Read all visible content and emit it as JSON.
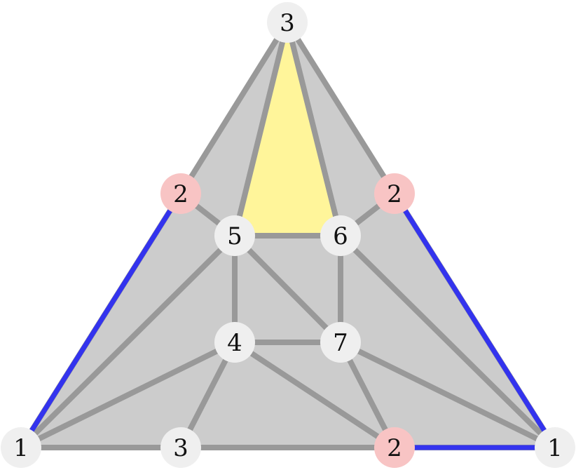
{
  "colors": {
    "background": "#ffffff",
    "region_fill": "#cccccc",
    "highlight_face": "#fff59a",
    "edge": "#999999",
    "boundary_edge": "#3333ee",
    "node_default": "#efefef",
    "node_highlight": "#f8c4c4"
  },
  "nodes": [
    {
      "id": "top",
      "label": "3",
      "highlight": false
    },
    {
      "id": "left-mid",
      "label": "2",
      "highlight": true
    },
    {
      "id": "right-mid",
      "label": "2",
      "highlight": true
    },
    {
      "id": "n5",
      "label": "5",
      "highlight": false
    },
    {
      "id": "n6",
      "label": "6",
      "highlight": false
    },
    {
      "id": "n4",
      "label": "4",
      "highlight": false
    },
    {
      "id": "n7",
      "label": "7",
      "highlight": false
    },
    {
      "id": "bottom-left",
      "label": "1",
      "highlight": false
    },
    {
      "id": "bottom-3",
      "label": "3",
      "highlight": false
    },
    {
      "id": "bottom-2",
      "label": "2",
      "highlight": true
    },
    {
      "id": "bottom-right",
      "label": "1",
      "highlight": false
    }
  ],
  "edges": [
    [
      "top",
      "left-mid"
    ],
    [
      "top",
      "right-mid"
    ],
    [
      "top",
      "n5"
    ],
    [
      "top",
      "n6"
    ],
    [
      "left-mid",
      "bottom-left"
    ],
    [
      "left-mid",
      "n5"
    ],
    [
      "right-mid",
      "bottom-right"
    ],
    [
      "right-mid",
      "n6"
    ],
    [
      "n5",
      "n6"
    ],
    [
      "n5",
      "n4"
    ],
    [
      "n5",
      "n7"
    ],
    [
      "n5",
      "bottom-left"
    ],
    [
      "n6",
      "n7"
    ],
    [
      "n6",
      "bottom-right"
    ],
    [
      "n4",
      "n7"
    ],
    [
      "n4",
      "bottom-left"
    ],
    [
      "n4",
      "bottom-3"
    ],
    [
      "n4",
      "bottom-2"
    ],
    [
      "n7",
      "bottom-2"
    ],
    [
      "n7",
      "bottom-right"
    ],
    [
      "bottom-left",
      "bottom-3"
    ],
    [
      "bottom-3",
      "bottom-2"
    ],
    [
      "bottom-2",
      "bottom-right"
    ]
  ],
  "boundary_edges": [
    [
      "left-mid",
      "bottom-left"
    ],
    [
      "right-mid",
      "bottom-right"
    ],
    [
      "bottom-2",
      "bottom-right"
    ]
  ],
  "highlight_face": [
    "top",
    "n5",
    "n6"
  ]
}
